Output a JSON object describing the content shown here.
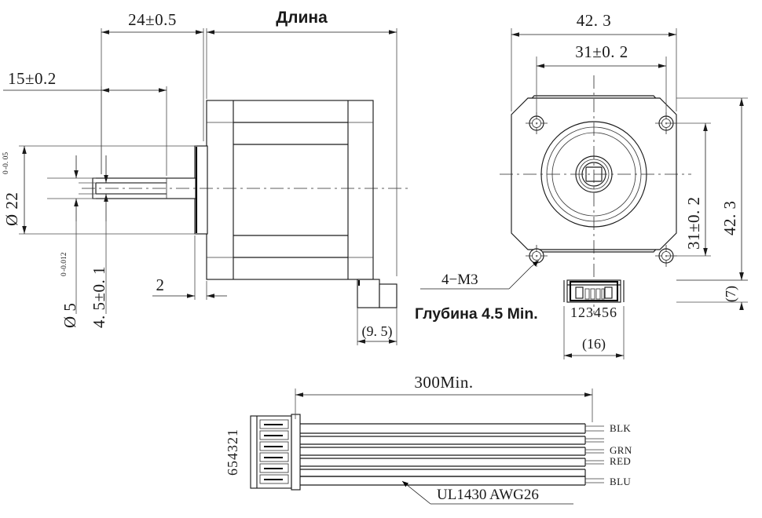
{
  "document": {
    "kind": "engineering-drawing",
    "subject": "NEMA 17 stepper motor dimensional drawing",
    "title_label": "Длина"
  },
  "side_view": {
    "dims": {
      "shaft_length": "24±0.5",
      "shaft_flat_length": "15±0.2",
      "body_length_label": "Длина",
      "flange_thickness": "2",
      "boss_height_ref": "(9. 5)",
      "pilot_diameter": "Ø 22",
      "pilot_tol_upper": "0",
      "pilot_tol_lower": "-0. 05",
      "shaft_diameter": "Ø 5",
      "shaft_tol_upper": "0",
      "shaft_tol_lower": "-0.012",
      "shaft_flat_depth": "4. 5±0. 1"
    }
  },
  "front_view": {
    "dims": {
      "width": "42. 3",
      "height": "42. 3",
      "hole_pitch_h": "31±0. 2",
      "hole_pitch_v": "31±0. 2",
      "connector_width": "(16)",
      "connector_depth": "(7)"
    },
    "notes": {
      "thread_callout": "4−M3",
      "thread_depth": "Глубина 4.5 Min."
    },
    "connector": {
      "pin_numbers": "123456"
    }
  },
  "harness_view": {
    "dims": {
      "lead_length": "300Min."
    },
    "connector": {
      "pin_numbers": "654321"
    },
    "wire_spec": "UL1430  AWG26",
    "wire_labels": [
      "BLK",
      "GRN",
      "RED",
      "BLU"
    ]
  },
  "colors": {
    "line": "#1a1a1a",
    "thin_line": "#3a3a3a",
    "background": "#ffffff"
  }
}
